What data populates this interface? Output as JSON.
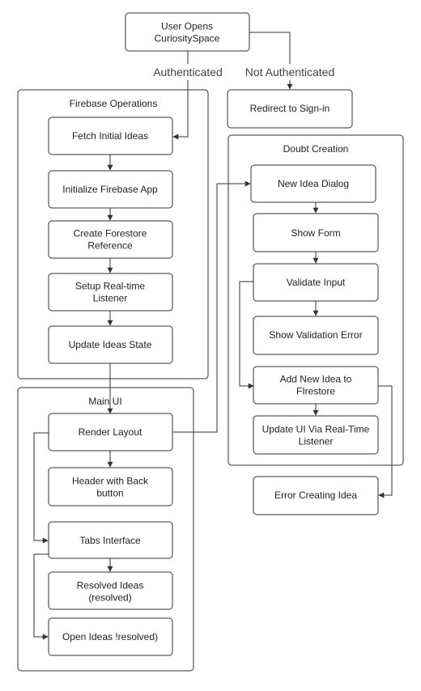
{
  "colors": {
    "stroke": "#333333",
    "text": "#222222",
    "background": "#ffffff"
  },
  "clusters": {
    "firebase": {
      "title": "Firebase Operations"
    },
    "doubt": {
      "title": "Doubt Creation"
    },
    "mainui": {
      "title": "Main UI"
    }
  },
  "nodes": {
    "user_opens": [
      "User Opens",
      "CuriositySpace"
    ],
    "redirect": [
      "Redirect to Sign-in"
    ],
    "fetch": [
      "Fetch Initial Ideas"
    ],
    "init_app": [
      "Initialize Firebase App"
    ],
    "create_ref": [
      "Create Forestore",
      "Reference"
    ],
    "setup_listener": [
      "Setup Real-time",
      "Listener"
    ],
    "update_state": [
      "Update Ideas State"
    ],
    "new_dialog": [
      "New Idea Dialog"
    ],
    "show_form": [
      "Show Form"
    ],
    "validate": [
      "Validate Input"
    ],
    "validation_error": [
      "Show Validation Error"
    ],
    "add_idea": [
      "Add New Idea to",
      "FIrestore"
    ],
    "update_ui": [
      "Update UI Via Real-Time",
      "Listener"
    ],
    "error_creating": [
      "Error Creating Idea"
    ],
    "render_layout": [
      "Render Layout"
    ],
    "header": [
      "Header with Back",
      "button"
    ],
    "tabs": [
      "Tabs Interface"
    ],
    "resolved": [
      "Resolved Ideas",
      "(resolved)"
    ],
    "open_ideas": [
      "Open Ideas !resolved)"
    ]
  },
  "edge_labels": {
    "authenticated": "Authenticated",
    "not_authenticated": "Not Authenticated"
  }
}
